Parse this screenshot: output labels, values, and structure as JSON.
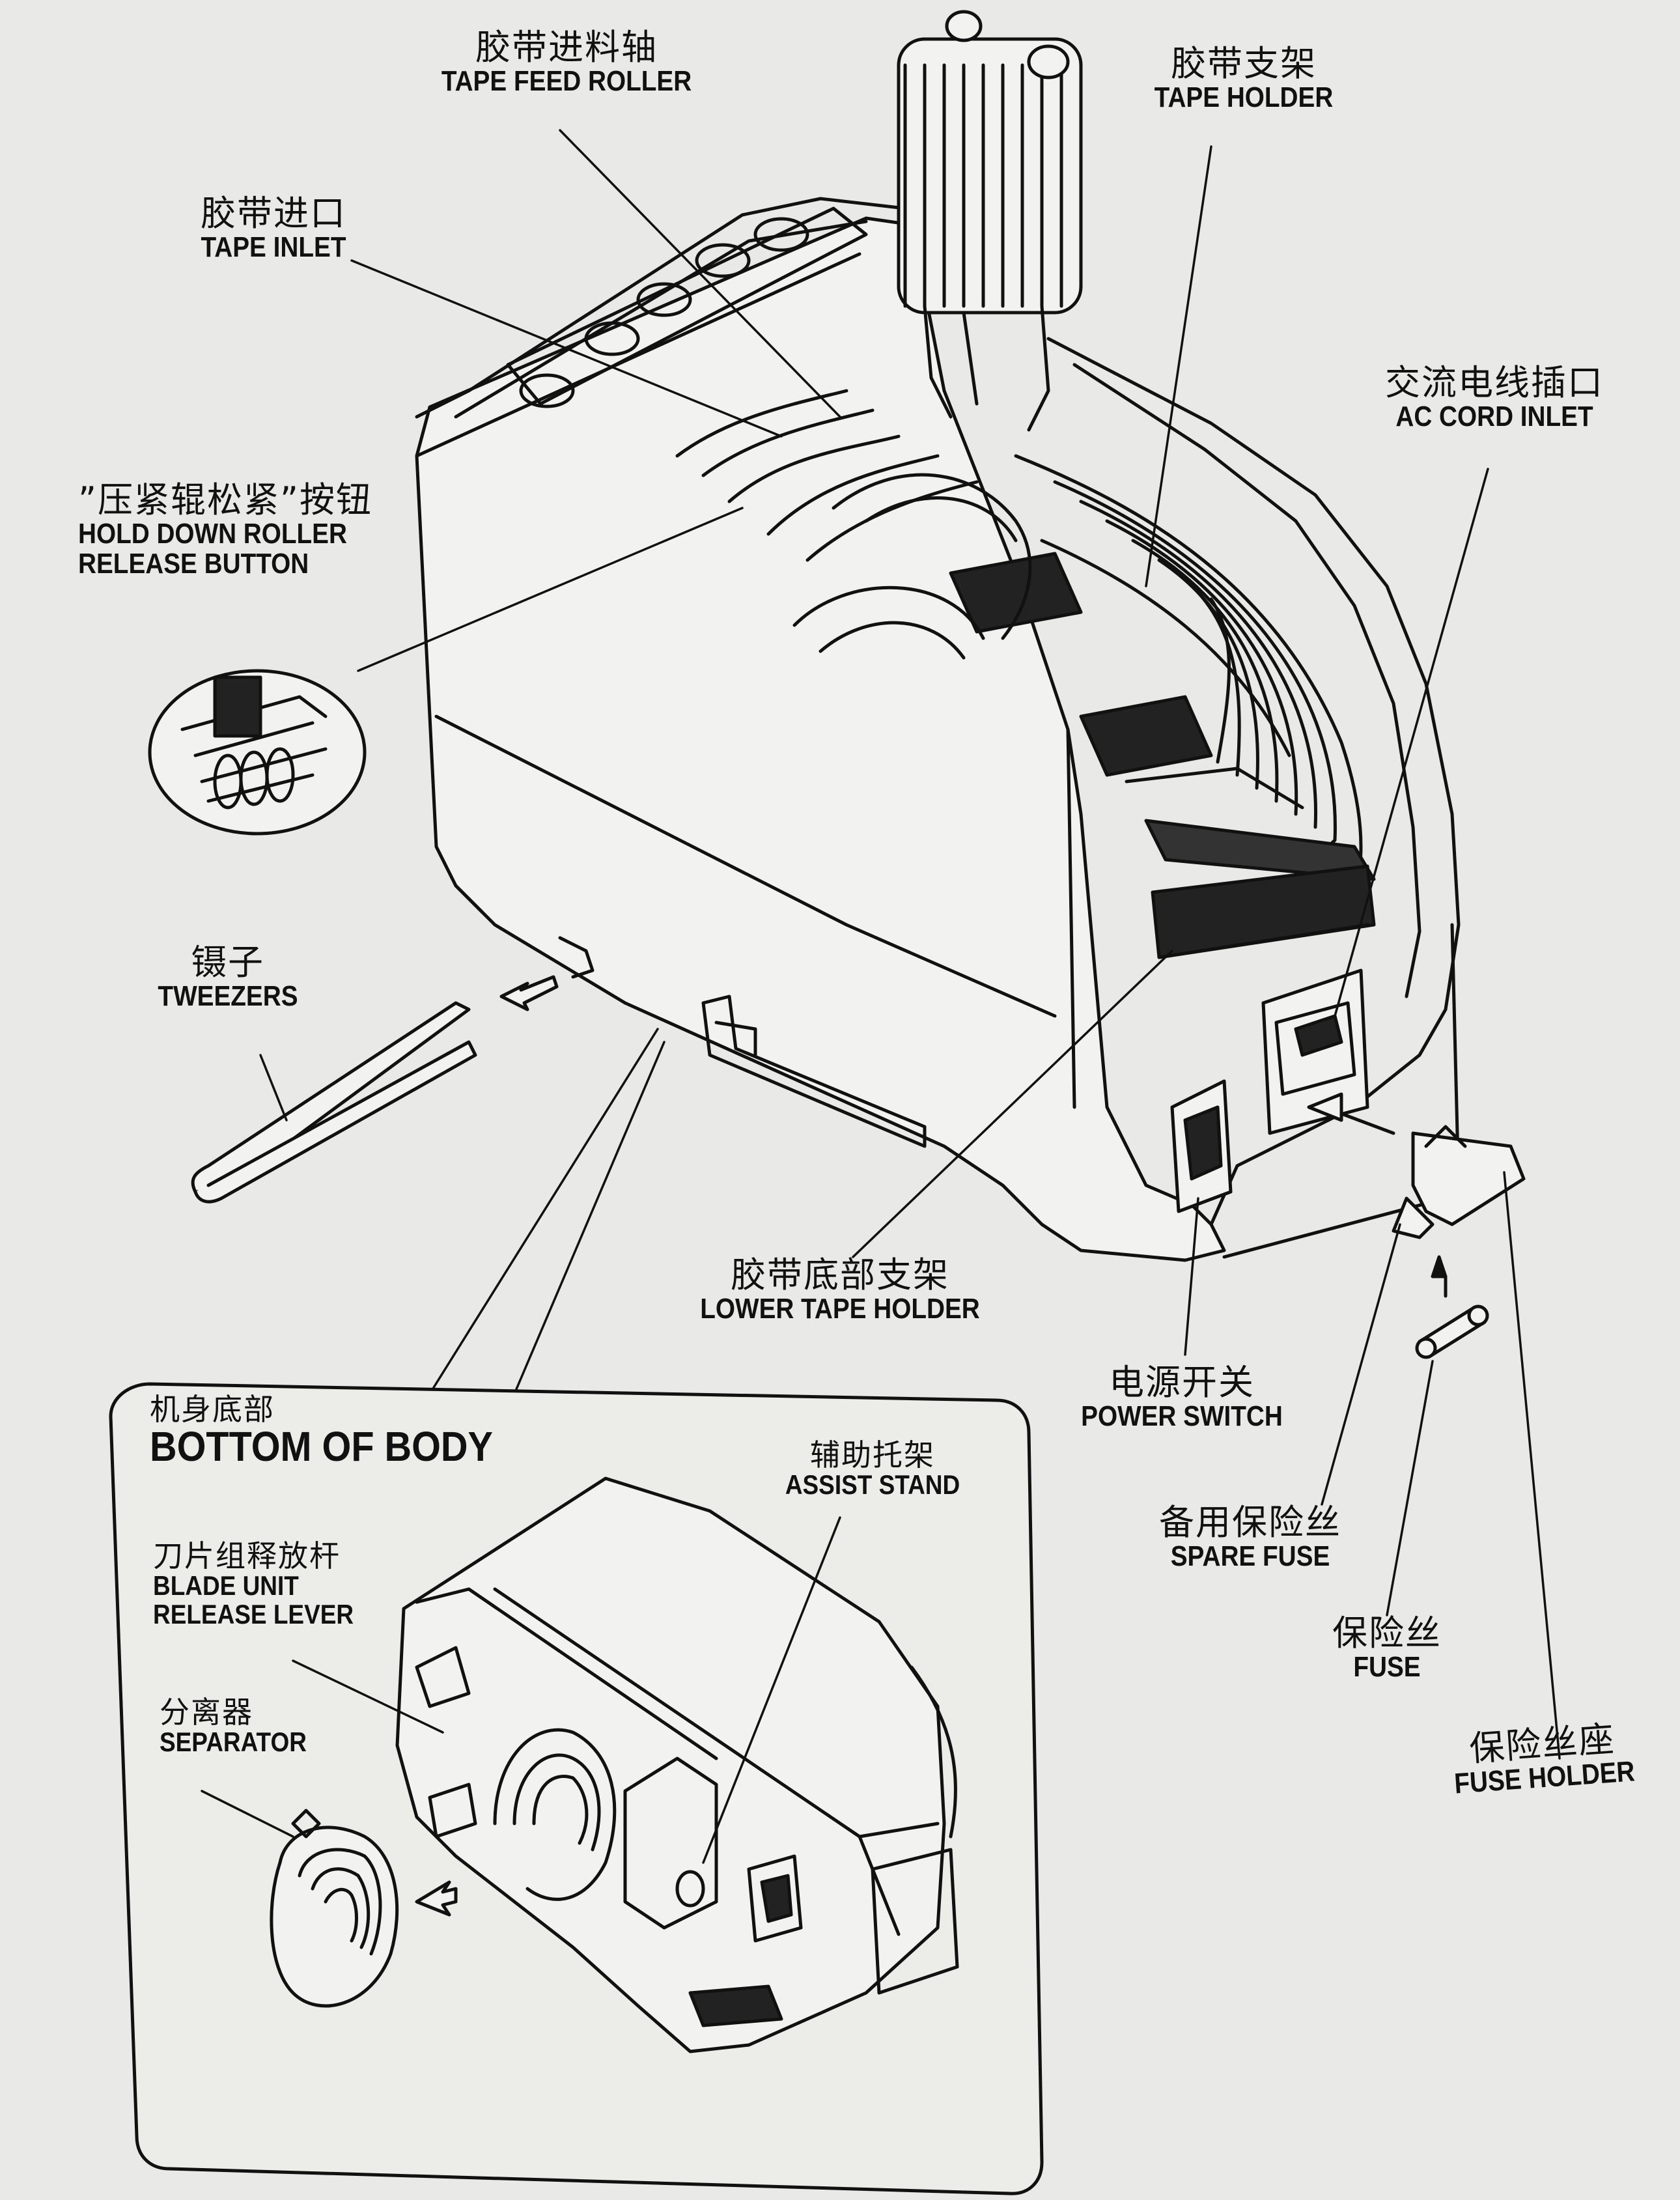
{
  "labels": {
    "tape_feed_roller": {
      "zh": "胶带进料轴",
      "en": "TAPE FEED ROLLER"
    },
    "tape_holder": {
      "zh": "胶带支架",
      "en": "TAPE HOLDER"
    },
    "tape_inlet": {
      "zh": "胶带进口",
      "en": "TAPE INLET"
    },
    "ac_cord_inlet": {
      "zh": "交流电线插口",
      "en": "AC CORD INLET"
    },
    "hold_down_roller": {
      "zh": "”压紧辊松紧”按钮",
      "en1": "HOLD DOWN ROLLER",
      "en2": "RELEASE BUTTON"
    },
    "tweezers": {
      "zh": "镊子",
      "en": "TWEEZERS"
    },
    "lower_tape_holder": {
      "zh": "胶带底部支架",
      "en": "LOWER TAPE HOLDER"
    },
    "power_switch": {
      "zh": "电源开关",
      "en": "POWER SWITCH"
    },
    "spare_fuse": {
      "zh": "备用保险丝",
      "en": "SPARE FUSE"
    },
    "fuse": {
      "zh": "保险丝",
      "en": "FUSE"
    },
    "fuse_holder": {
      "zh": "保险丝座",
      "en": "FUSE HOLDER"
    }
  },
  "bottom_panel": {
    "title_zh": "机身底部",
    "title_en": "BOTTOM OF BODY",
    "assist_stand": {
      "zh": "辅助托架",
      "en": "ASSIST STAND"
    },
    "blade_unit": {
      "zh": "刀片组释放杆",
      "en1": "BLADE UNIT",
      "en2": "RELEASE LEVER"
    },
    "separator": {
      "zh": "分离器",
      "en": "SEPARATOR"
    }
  }
}
